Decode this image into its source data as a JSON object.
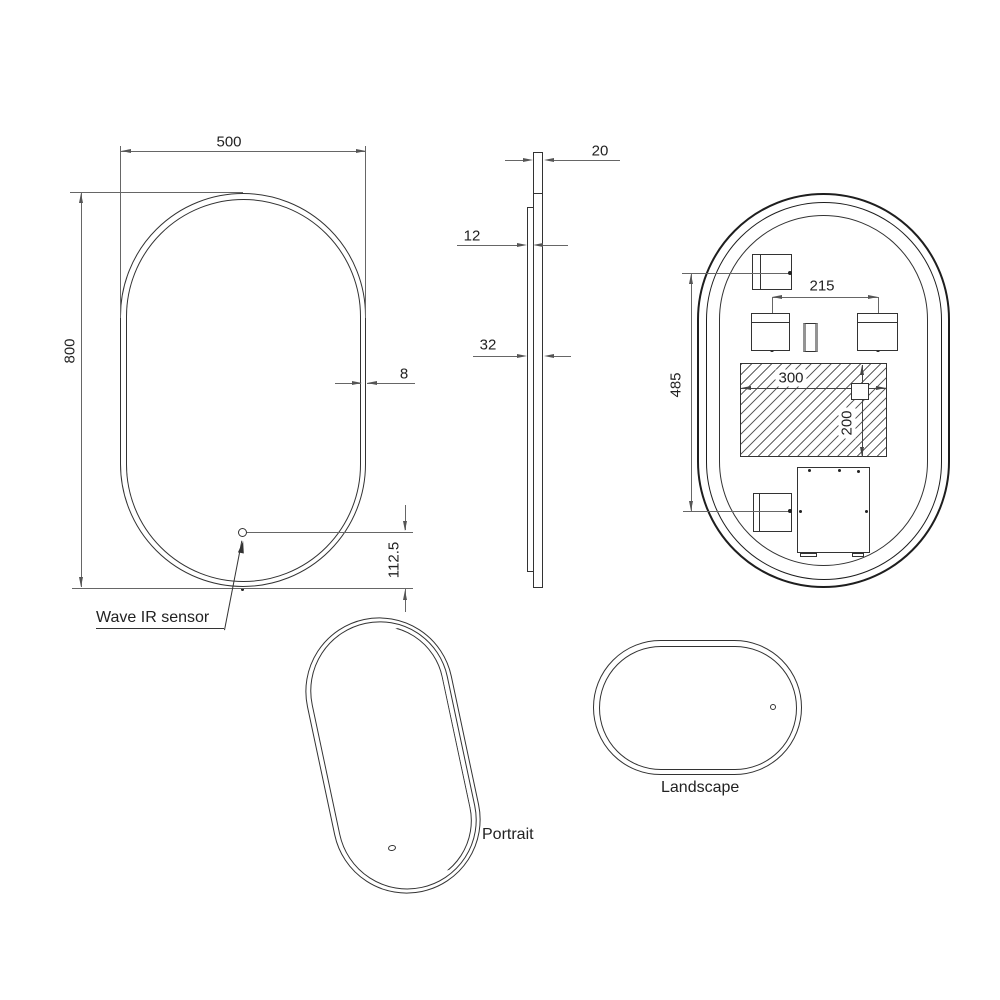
{
  "front_view": {
    "width_label": "500",
    "height_label": "800",
    "frame_thickness_label": "8",
    "sensor_offset_label": "112.5",
    "sensor_label": "Wave IR sensor"
  },
  "side_view": {
    "frame_depth_label": "20",
    "panel_depth_label": "12",
    "total_depth_label": "32"
  },
  "back_view": {
    "hanger_spacing_label": "215",
    "hanger_span_label": "485",
    "backlight_width_label": "300",
    "backlight_height_label": "200"
  },
  "orientation_views": {
    "portrait_label": "Portrait",
    "landscape_label": "Landscape"
  },
  "colors": {
    "object_line": "#333333",
    "bold_line": "#1e1e1e",
    "dimension_line": "#666666",
    "text": "#222222",
    "background": "#ffffff"
  }
}
